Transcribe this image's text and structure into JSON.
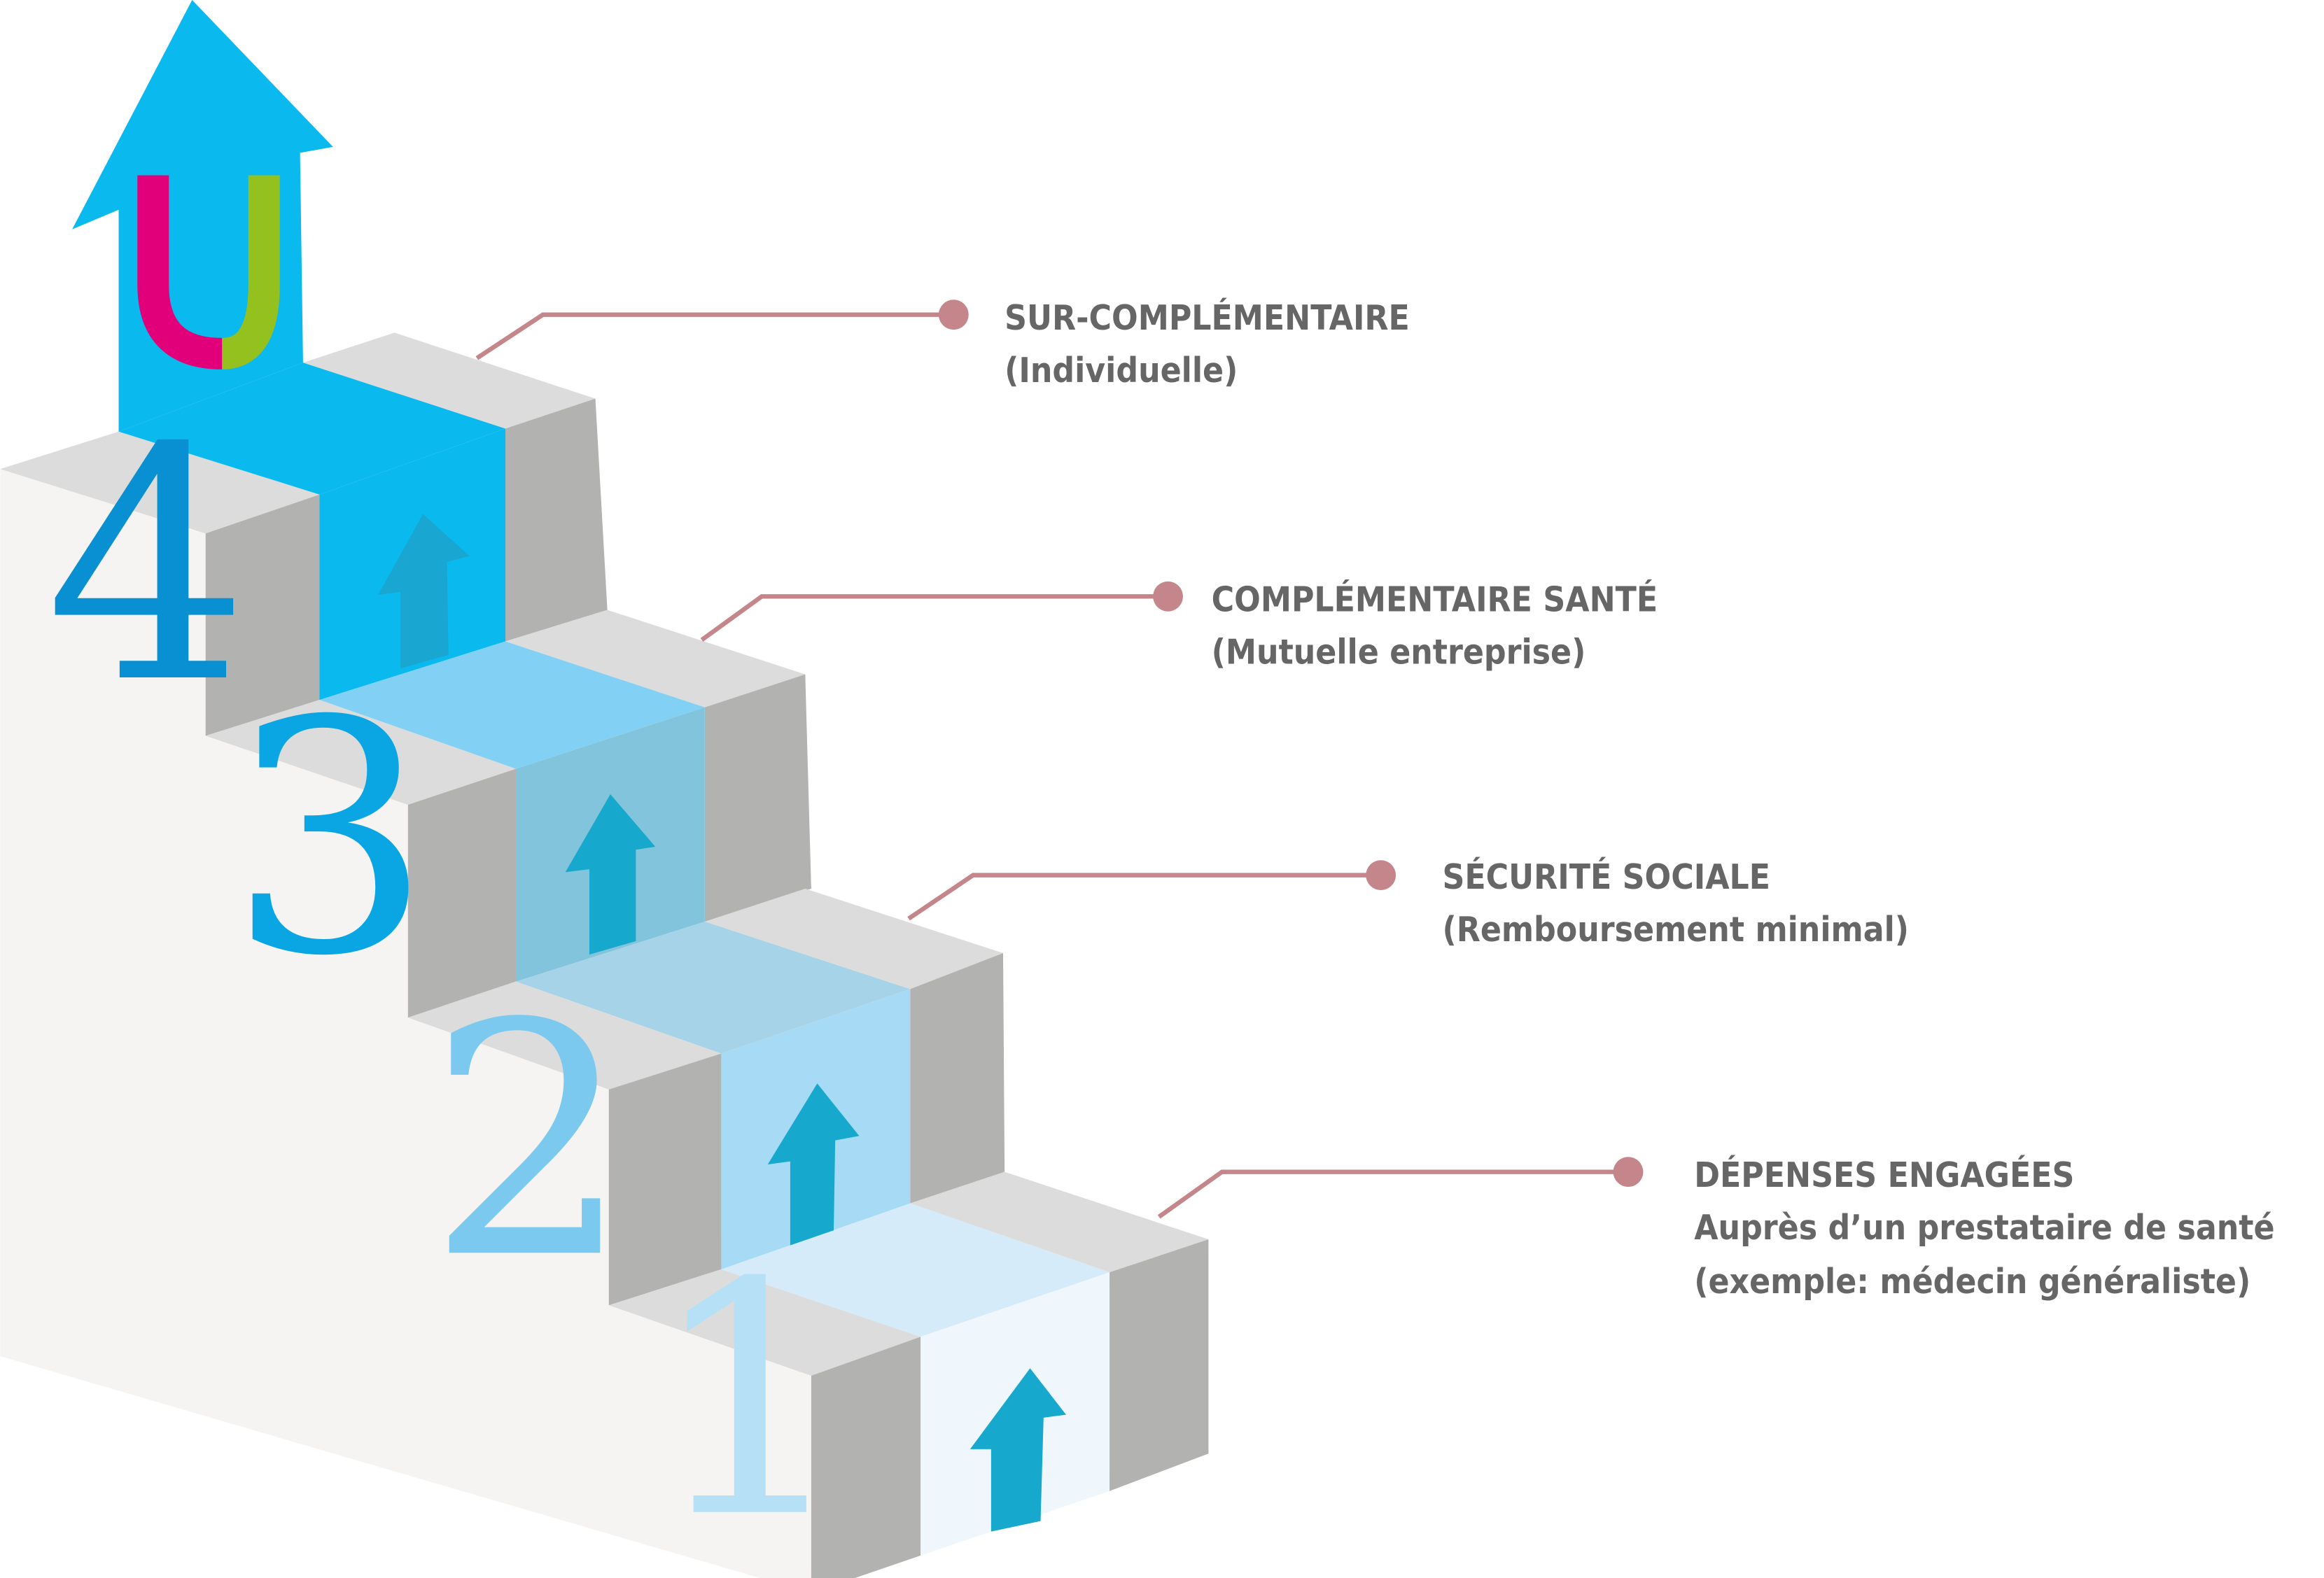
{
  "logo": {
    "letter": "U",
    "colors": {
      "left": "#e2007a",
      "right": "#95c11f"
    }
  },
  "colors": {
    "connector": "#c4868b",
    "label_text": "#666666",
    "step_top": "#dcdcdc",
    "step_front": "#b2b2b1",
    "wall": "#f5f4f2",
    "arrow": "#16a8cd",
    "big_arrow": "#0ab9ee"
  },
  "steps": [
    {
      "number": "1",
      "number_color": "#b6e0f6",
      "column_color": "#eff6fc",
      "column_top_color": "#d5ebf9"
    },
    {
      "number": "2",
      "number_color": "#7cc9ef",
      "column_color": "#a7daf5",
      "column_top_color": "#a6d3e7"
    },
    {
      "number": "3",
      "number_color": "#0aa6e3",
      "column_color": "#82c4dc",
      "column_top_color": "#82d0f4"
    },
    {
      "number": "4",
      "number_color": "#0890d2",
      "column_color": "#0ab9ee",
      "column_top_color": "#0ab9ee"
    }
  ],
  "labels": [
    {
      "title": "SUR-COMPLÉMENTAIRE",
      "subtitle": "(Individuelle)"
    },
    {
      "title": "COMPLÉMENTAIRE SANTÉ",
      "subtitle": "(Mutuelle entreprise)"
    },
    {
      "title": "SÉCURITÉ SOCIALE",
      "subtitle": "(Remboursement minimal)"
    },
    {
      "title": "DÉPENSES ENGAGÉES",
      "subtitle": "Auprès d’un prestataire de santé",
      "subtitle2": "(exemple: médecin généraliste)"
    }
  ]
}
